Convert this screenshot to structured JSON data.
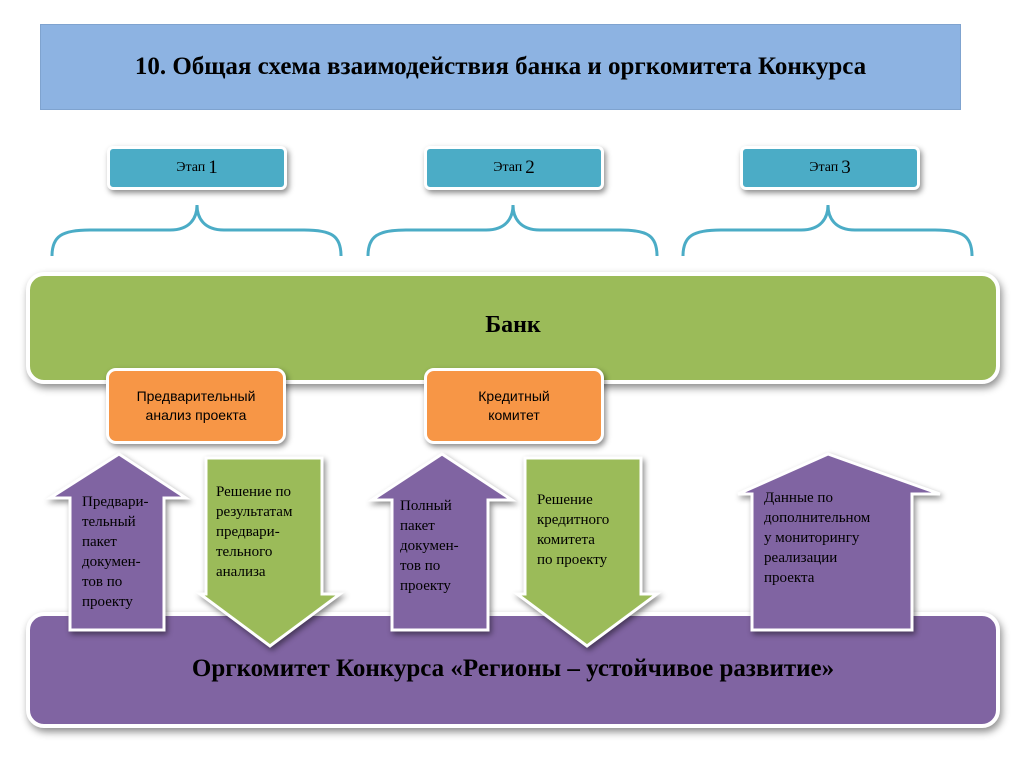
{
  "title": "10. Общая схема взаимодействия банка и оргкомитета Конкурса",
  "stages": [
    {
      "label": "Этап",
      "number": "1"
    },
    {
      "label": "Этап",
      "number": "2"
    },
    {
      "label": "Этап",
      "number": "3"
    }
  ],
  "bank": "Банк",
  "bank_boxes": [
    "Предварительный\nанализ проекта",
    "Кредитный\nкомитет"
  ],
  "arrows": [
    {
      "direction": "up",
      "text": "Предвари-\nтельный\nпакет\nдокумен-\nтов по\nпроекту"
    },
    {
      "direction": "down",
      "text": "Решение по\nрезультатам\nпредвари-\nтельного\nанализа"
    },
    {
      "direction": "up",
      "text": "Полный\nпакет\nдокумен-\nтов по\nпроекту"
    },
    {
      "direction": "down",
      "text": "Решение\nкредитного\nкомитета\nпо проекту"
    },
    {
      "direction": "up",
      "text": "Данные по\nдополнительном\nу мониторингу\nреализации\nпроекта"
    }
  ],
  "orgcommittee": "Оргкомитет Конкурса «Регионы – устойчивое развитие»",
  "colors": {
    "title_bg": "#8db3e2",
    "stage": "#4bacc6",
    "bank": "#9bbb59",
    "orgcommittee": "#8064a2",
    "decision_box": "#f79646",
    "arrow_up": "#8064a2",
    "arrow_down": "#9bbb59"
  }
}
